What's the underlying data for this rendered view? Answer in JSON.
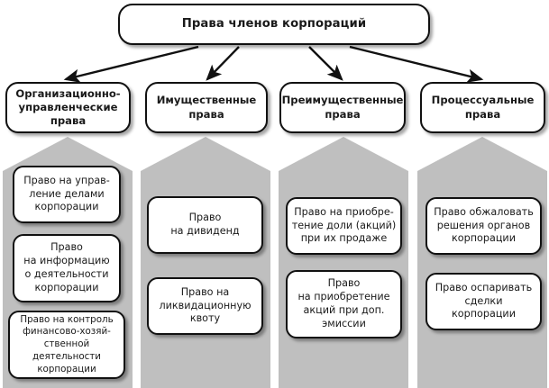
{
  "diagram": {
    "title": "Права членов корпораций",
    "columns": [
      {
        "category": "Организационно-\nуправленческие\nправа",
        "items": [
          "Право на управ-\nление делами\nкорпорации",
          "Право\nна информацию\nо деятельности\nкорпорации",
          "Право на контроль\nфинансово-хозяй-\nственной деятельности\nкорпорации"
        ]
      },
      {
        "category": "Имущественные\nправа",
        "items": [
          "Право\nна дивиденд",
          "Право на\nликвидационную\nквоту"
        ]
      },
      {
        "category": "Преимущественные\nправа",
        "items": [
          "Право на приобре-\nтение  доли (акций)\nпри их продаже",
          "Право\nна приобретение\nакций при доп.\nэмиссии"
        ]
      },
      {
        "category": "Процессуальные\nправа",
        "items": [
          "Право  обжаловать\nрешения органов\nкорпорации",
          "Право оспаривать\nсделки\nкорпорации"
        ]
      }
    ],
    "colors": {
      "background": "#ffffff",
      "band_gray": "#bfbfbf",
      "box_fill": "#ffffff",
      "box_stroke": "#111111",
      "text": "#1a1a1a"
    },
    "connectors": [
      {
        "name": "arrow-to-organizational",
        "from": "title-box",
        "to": "cat-0"
      },
      {
        "name": "arrow-to-property",
        "from": "title-box",
        "to": "cat-1"
      },
      {
        "name": "arrow-to-preemptive",
        "from": "title-box",
        "to": "cat-2"
      },
      {
        "name": "arrow-to-procedural",
        "from": "title-box",
        "to": "cat-3"
      }
    ]
  }
}
